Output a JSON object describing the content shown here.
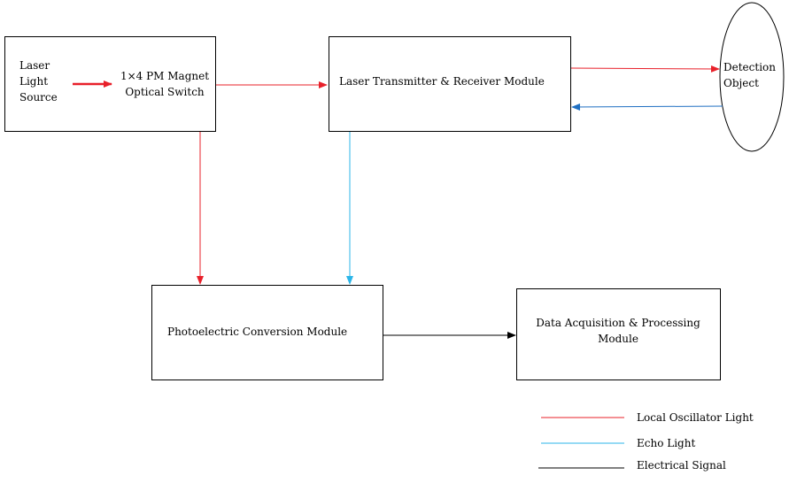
{
  "diagram": {
    "nodes": {
      "laser_source": {
        "lines": [
          "Laser",
          "Light",
          "Source"
        ]
      },
      "optical_switch": {
        "lines": [
          "1×4 PM Magnet",
          "Optical Switch"
        ]
      },
      "transceiver": {
        "label": "Laser Transmitter & Receiver Module"
      },
      "detection_object": {
        "lines": [
          "Detection",
          "Object"
        ]
      },
      "photoelectric": {
        "label": "Photoelectric Conversion Module"
      },
      "data_acq": {
        "lines": [
          "Data Acquisition & Processing",
          "Module"
        ]
      }
    },
    "legend": {
      "items": [
        {
          "label": "Local Oscillator Light",
          "color": "#e8202a"
        },
        {
          "label": "Echo Light",
          "color": "#2bb5e8"
        },
        {
          "label": "Electrical Signal",
          "color": "#000000"
        }
      ]
    },
    "colors": {
      "local_oscillator": "#e8202a",
      "echo": "#2bb5e8",
      "return": "#1f6fc2",
      "electrical": "#000000"
    }
  }
}
